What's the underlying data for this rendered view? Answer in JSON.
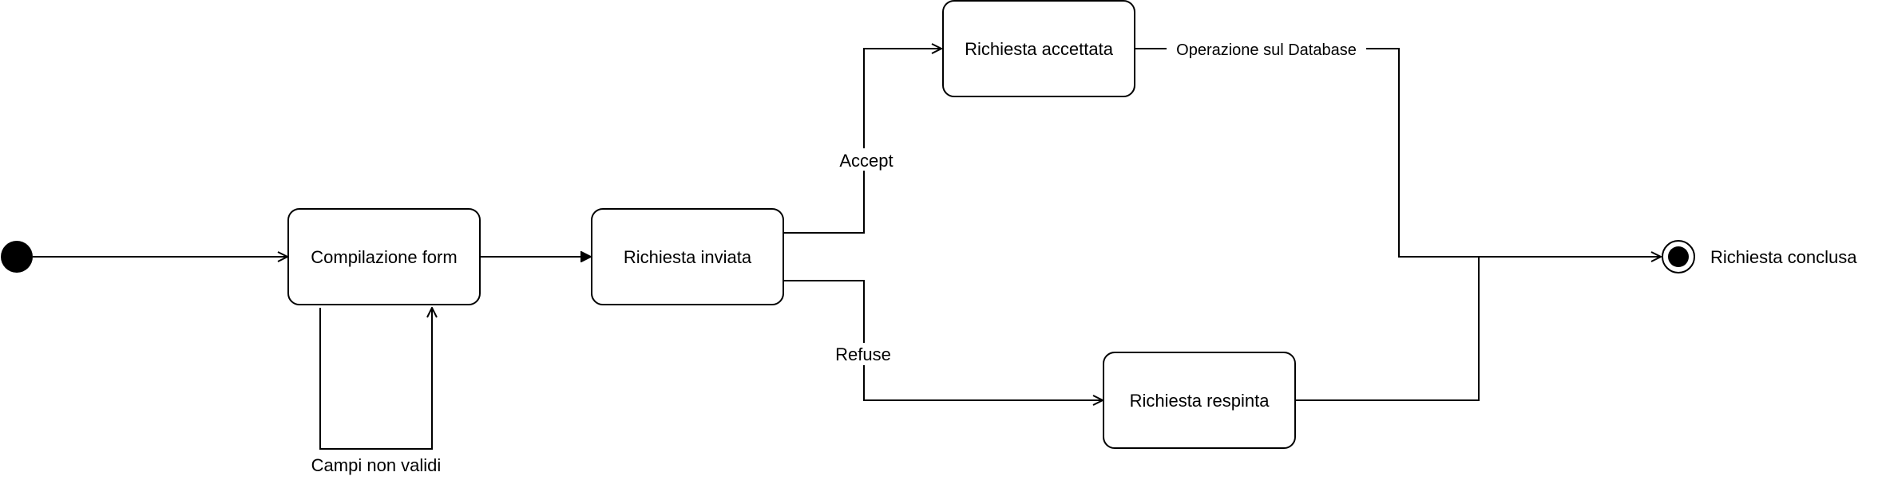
{
  "diagram": {
    "states": {
      "compilazione": "Compilazione form",
      "inviata": "Richiesta inviata",
      "accettata": "Richiesta accettata",
      "respinta": "Richiesta respinta"
    },
    "final_label": "Richiesta conclusa",
    "transitions": {
      "self_loop": "Campi non validi",
      "accept": "Accept",
      "refuse": "Refuse",
      "database": "Operazione sul Database"
    }
  }
}
